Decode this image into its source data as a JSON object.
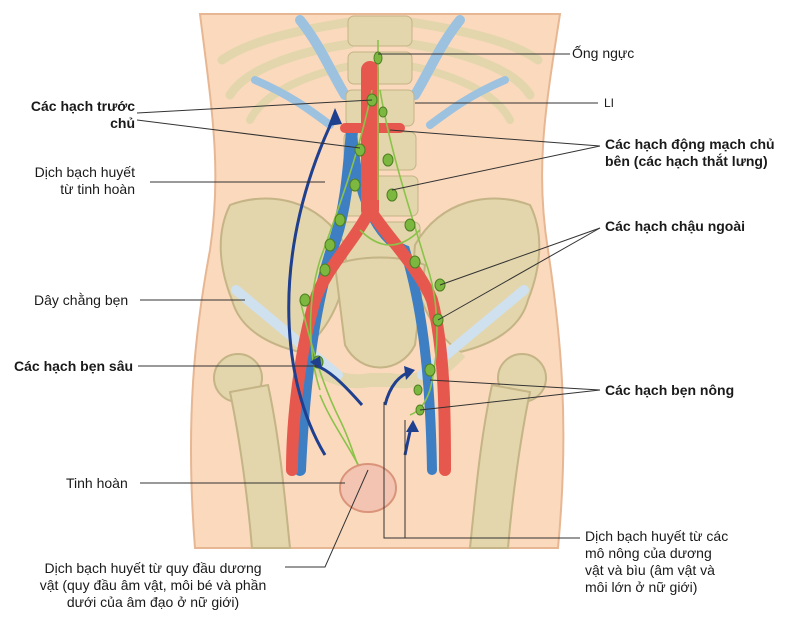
{
  "labels": {
    "ong_nguc": "Ống ngực",
    "li": "LI",
    "hach_truoc_chu_1": "Các hạch trước",
    "hach_truoc_chu_2": "chủ",
    "hach_dong_mach_chu_ben_1": "Các hạch động mạch chủ",
    "hach_dong_mach_chu_ben_2": "bên (các hạch thắt lưng)",
    "dich_bach_huyet_tinh_hoan_1": "Dịch bạch huyết",
    "dich_bach_huyet_tinh_hoan_2": "từ tinh hoàn",
    "hach_chau_ngoai": "Các hạch chậu ngoài",
    "day_chang_ben": "Dây chằng bẹn",
    "hach_ben_sau": "Các hạch bẹn sâu",
    "hach_ben_nong": "Các hạch bẹn nông",
    "tinh_hoan": "Tinh hoàn",
    "dbh_quy_dau_1": "Dịch bạch huyết từ quy đầu dương",
    "dbh_quy_dau_2": "vật (quy đầu âm vật, môi bé và phần",
    "dbh_quy_dau_3": "dưới của âm đạo ở nữ giới)",
    "dbh_mo_nong_1": "Dịch bạch huyết từ các",
    "dbh_mo_nong_2": "mô nông của dương",
    "dbh_mo_nong_3": "vật và bìu (âm vật và",
    "dbh_mo_nong_4": "môi lớn ở nữ giới)"
  },
  "colors": {
    "skin": "#fbd9bd",
    "skin_outline": "#e7b793",
    "bone": "#e3d6ac",
    "bone_shadow": "#c4b486",
    "cartilage": "#9cc2e0",
    "artery": "#e6584d",
    "vein": "#3e7fc4",
    "lymph": "#8bc34a",
    "lymph_node": "#7cb83f",
    "ligament": "#cfe0ef",
    "arrow": "#1f3f8f",
    "leader": "#333333"
  }
}
